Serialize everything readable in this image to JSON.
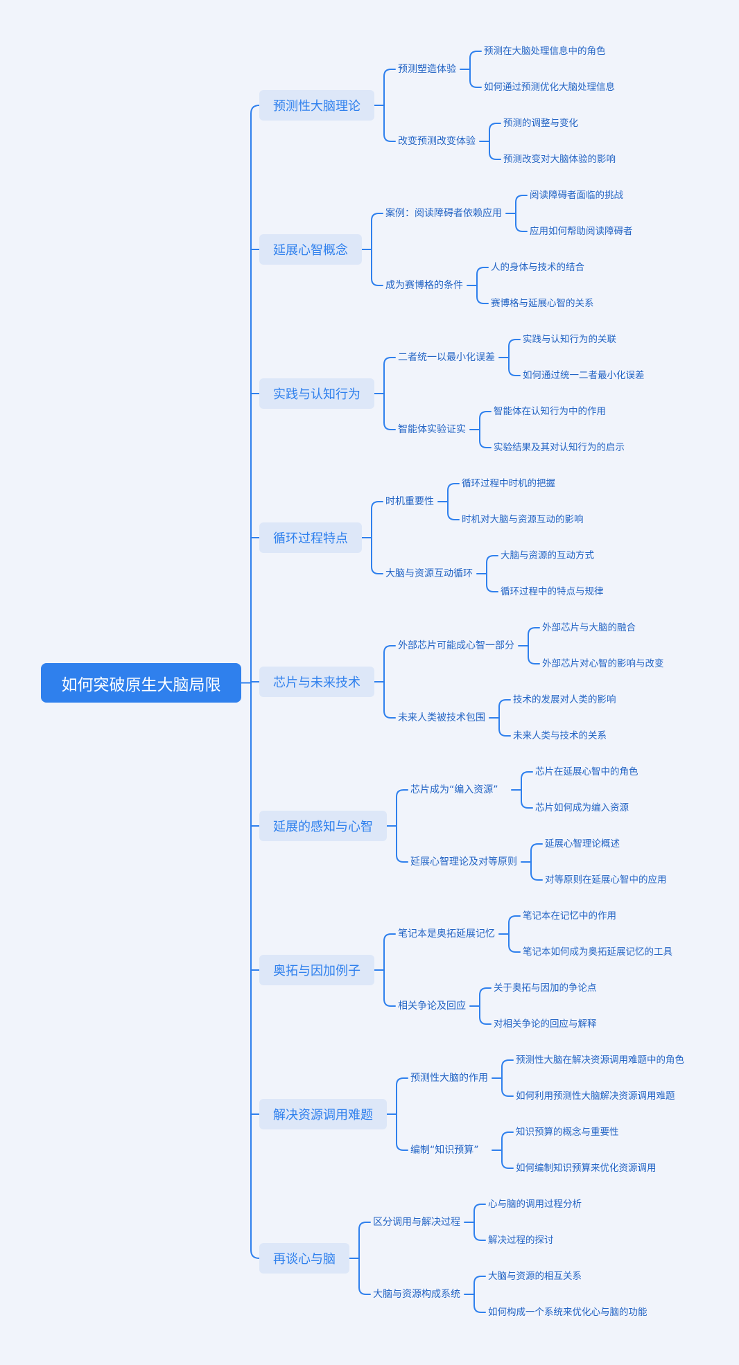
{
  "root": "如何突破原生大脑局限",
  "colors": {
    "accent": "#2f80ed",
    "line": "#2f80ed",
    "branch_bg": "#dde7f8",
    "bg": "#f1f4fb",
    "text": "#2364c4"
  },
  "branches": [
    {
      "label": "预测性大脑理论",
      "children": [
        {
          "label": "预测塑造体验",
          "children": [
            "预测在大脑处理信息中的角色",
            "如何通过预测优化大脑处理信息"
          ]
        },
        {
          "label": "改变预测改变体验",
          "children": [
            "预测的调整与变化",
            "预测改变对大脑体验的影响"
          ]
        }
      ]
    },
    {
      "label": "延展心智概念",
      "children": [
        {
          "label": "案例：阅读障碍者依赖应用",
          "children": [
            "阅读障碍者面临的挑战",
            "应用如何帮助阅读障碍者"
          ]
        },
        {
          "label": "成为赛博格的条件",
          "children": [
            "人的身体与技术的结合",
            "赛博格与延展心智的关系"
          ]
        }
      ]
    },
    {
      "label": "实践与认知行为",
      "children": [
        {
          "label": "二者统一以最小化误差",
          "children": [
            "实践与认知行为的关联",
            "如何通过统一二者最小化误差"
          ]
        },
        {
          "label": "智能体实验证实",
          "children": [
            "智能体在认知行为中的作用",
            "实验结果及其对认知行为的启示"
          ]
        }
      ]
    },
    {
      "label": "循环过程特点",
      "children": [
        {
          "label": "时机重要性",
          "children": [
            "循环过程中时机的把握",
            "时机对大脑与资源互动的影响"
          ]
        },
        {
          "label": "大脑与资源互动循环",
          "children": [
            "大脑与资源的互动方式",
            "循环过程中的特点与规律"
          ]
        }
      ]
    },
    {
      "label": "芯片与未来技术",
      "children": [
        {
          "label": "外部芯片可能成心智一部分",
          "children": [
            "外部芯片与大脑的融合",
            "外部芯片对心智的影响与改变"
          ]
        },
        {
          "label": "未来人类被技术包围",
          "children": [
            "技术的发展对人类的影响",
            "未来人类与技术的关系"
          ]
        }
      ]
    },
    {
      "label": "延展的感知与心智",
      "children": [
        {
          "label": "芯片成为“编入资源”",
          "children": [
            "芯片在延展心智中的角色",
            "芯片如何成为编入资源"
          ]
        },
        {
          "label": "延展心智理论及对等原则",
          "children": [
            "延展心智理论概述",
            "对等原则在延展心智中的应用"
          ]
        }
      ]
    },
    {
      "label": "奥拓与因加例子",
      "children": [
        {
          "label": "笔记本是奥拓延展记忆",
          "children": [
            "笔记本在记忆中的作用",
            "笔记本如何成为奥拓延展记忆的工具"
          ]
        },
        {
          "label": "相关争论及回应",
          "children": [
            "关于奥拓与因加的争论点",
            "对相关争论的回应与解释"
          ]
        }
      ]
    },
    {
      "label": "解决资源调用难题",
      "children": [
        {
          "label": "预测性大脑的作用",
          "children": [
            "预测性大脑在解决资源调用难题中的角色",
            "如何利用预测性大脑解决资源调用难题"
          ]
        },
        {
          "label": "编制“知识预算”",
          "children": [
            "知识预算的概念与重要性",
            "如何编制知识预算来优化资源调用"
          ]
        }
      ]
    },
    {
      "label": "再谈心与脑",
      "children": [
        {
          "label": "区分调用与解决过程",
          "children": [
            "心与脑的调用过程分析",
            "解决过程的探讨"
          ]
        },
        {
          "label": "大脑与资源构成系统",
          "children": [
            "大脑与资源的相互关系",
            "如何构成一个系统来优化心与脑的功能"
          ]
        }
      ]
    }
  ]
}
